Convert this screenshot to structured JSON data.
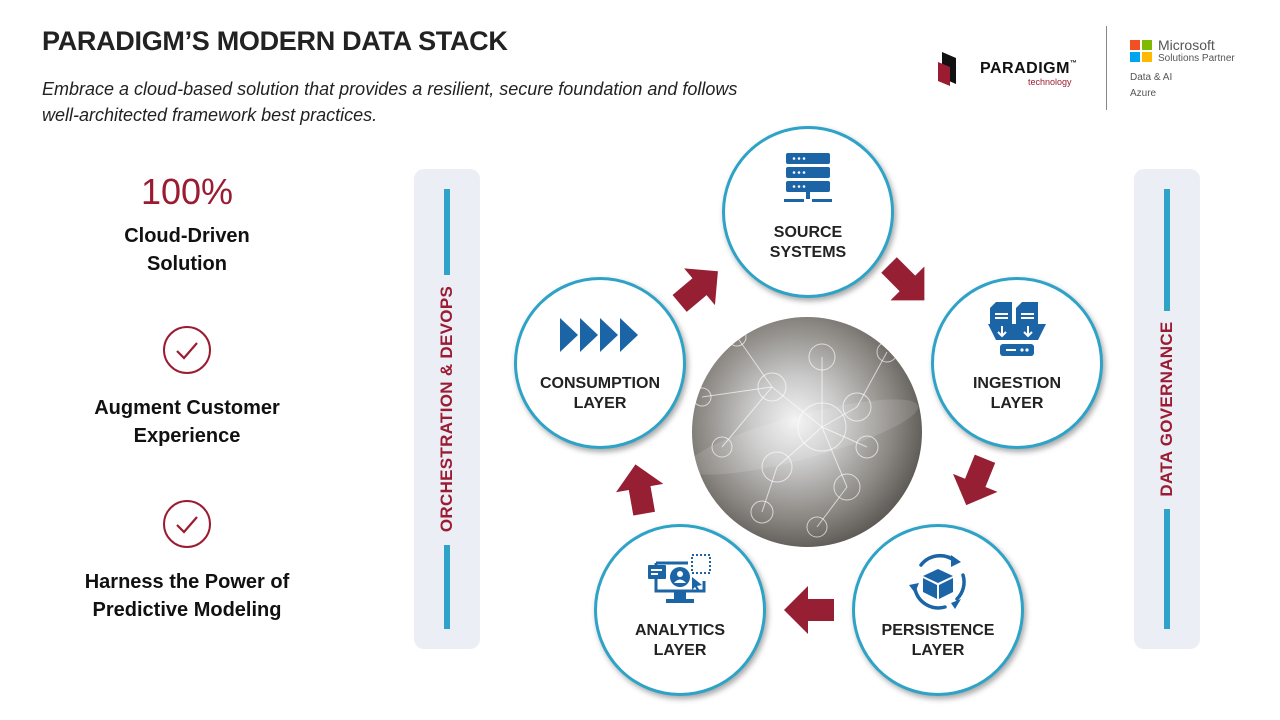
{
  "header": {
    "title": "PARADIGM’S MODERN DATA STACK",
    "subtitle": "Embrace a cloud-based solution that provides a resilient, secure foundation and follows well-architected framework best practices."
  },
  "logos": {
    "paradigm": {
      "name": "PARADIGM",
      "tm": "™",
      "tagline": "technology"
    },
    "microsoft": {
      "name": "Microsoft",
      "partner": "Solutions Partner",
      "lines": [
        "Data & AI",
        "Azure"
      ]
    }
  },
  "highlights": [
    {
      "stat": "100%",
      "label_lines": [
        "Cloud-Driven",
        "Solution"
      ],
      "icon": "none"
    },
    {
      "label_lines": [
        "Augment Customer",
        "Experience"
      ],
      "icon": "check-circle-icon"
    },
    {
      "label_lines": [
        "Harness the Power of",
        "Predictive Modeling"
      ],
      "icon": "check-circle-icon"
    }
  ],
  "side_panels": {
    "left": "ORCHESTRATION & DEVOPS",
    "right": "DATA GOVERNANCE"
  },
  "cycle": {
    "center_image": "hand-touching-network-icons",
    "nodes": [
      {
        "id": "source",
        "lines": [
          "SOURCE",
          "SYSTEMS"
        ],
        "icon": "server-stack-icon"
      },
      {
        "id": "ingestion",
        "lines": [
          "INGESTION",
          "LAYER"
        ],
        "icon": "document-ingest-icon"
      },
      {
        "id": "persistence",
        "lines": [
          "PERSISTENCE",
          "LAYER"
        ],
        "icon": "box-cycle-icon"
      },
      {
        "id": "analytics",
        "lines": [
          "ANALYTICS",
          "LAYER"
        ],
        "icon": "monitor-user-icon"
      },
      {
        "id": "consumption",
        "lines": [
          "CONSUMPTION",
          "LAYER"
        ],
        "icon": "fast-forward-icon"
      }
    ],
    "flow_order": [
      "source",
      "ingestion",
      "persistence",
      "analytics",
      "consumption",
      "source"
    ]
  },
  "colors": {
    "accent_red": "#9b1c32",
    "arrow_red": "#961f33",
    "ring_blue": "#2ea3c7",
    "icon_blue": "#1b64a6",
    "panel_bg": "#eceef5"
  }
}
